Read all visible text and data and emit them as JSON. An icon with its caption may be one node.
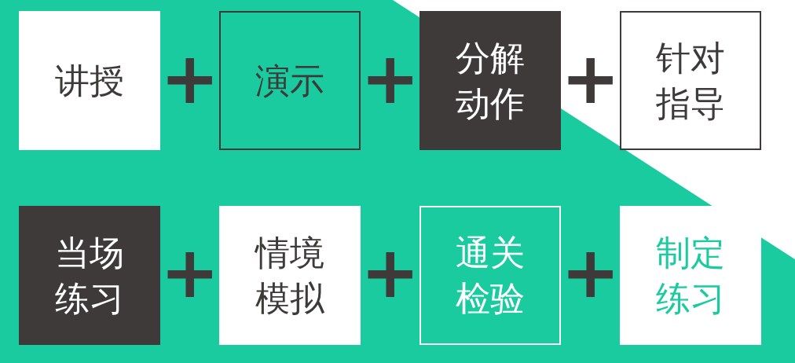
{
  "diagram": {
    "nodes": [
      {
        "text": [
          "讲授"
        ]
      },
      {
        "text": [
          "演示"
        ]
      },
      {
        "text": [
          "分解动作"
        ]
      },
      {
        "text": [
          "针对指导"
        ]
      },
      {
        "text": [
          "当场练习"
        ]
      },
      {
        "text": [
          "情境模拟"
        ]
      },
      {
        "text": [
          "通关检验"
        ]
      },
      {
        "text": [
          "制定练习"
        ]
      }
    ],
    "edges": [],
    "labels": [
      "+",
      "+",
      "+",
      "+",
      "+",
      "+"
    ]
  }
}
